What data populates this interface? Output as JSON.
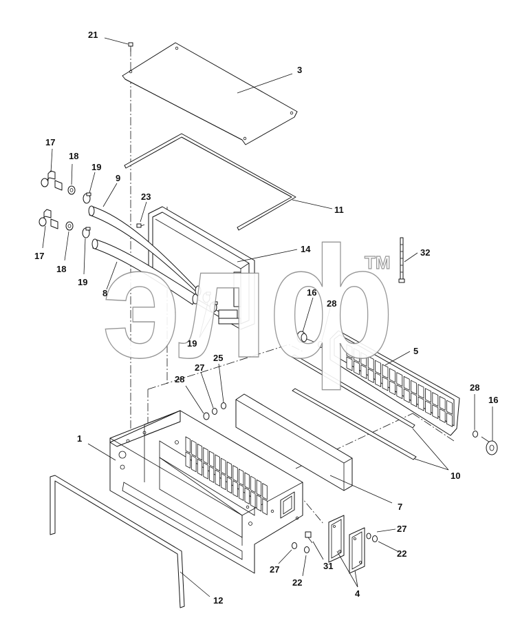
{
  "callouts": [
    {
      "id": "c21",
      "label": "21"
    },
    {
      "id": "c3",
      "label": "3"
    },
    {
      "id": "c17a",
      "label": "17"
    },
    {
      "id": "c18a",
      "label": "18"
    },
    {
      "id": "c19a",
      "label": "19"
    },
    {
      "id": "c9",
      "label": "9"
    },
    {
      "id": "c23",
      "label": "23"
    },
    {
      "id": "c11",
      "label": "11"
    },
    {
      "id": "c17b",
      "label": "17"
    },
    {
      "id": "c18b",
      "label": "18"
    },
    {
      "id": "c19b",
      "label": "19"
    },
    {
      "id": "c8",
      "label": "8"
    },
    {
      "id": "c14",
      "label": "14"
    },
    {
      "id": "c32",
      "label": "32"
    },
    {
      "id": "c16a",
      "label": "16"
    },
    {
      "id": "c28a",
      "label": "28"
    },
    {
      "id": "c19c",
      "label": "19"
    },
    {
      "id": "c5",
      "label": "5"
    },
    {
      "id": "c27a",
      "label": "27"
    },
    {
      "id": "c25",
      "label": "25"
    },
    {
      "id": "c28b",
      "label": "28"
    },
    {
      "id": "c28c",
      "label": "28"
    },
    {
      "id": "c16b",
      "label": "16"
    },
    {
      "id": "c1",
      "label": "1"
    },
    {
      "id": "c10",
      "label": "10"
    },
    {
      "id": "c7",
      "label": "7"
    },
    {
      "id": "c27b",
      "label": "27"
    },
    {
      "id": "c22a",
      "label": "22"
    },
    {
      "id": "c27c",
      "label": "27"
    },
    {
      "id": "c31",
      "label": "31"
    },
    {
      "id": "c22b",
      "label": "22"
    },
    {
      "id": "c4",
      "label": "4"
    },
    {
      "id": "c12",
      "label": "12"
    }
  ],
  "watermark": {
    "text": "элф",
    "tm": "TM"
  }
}
